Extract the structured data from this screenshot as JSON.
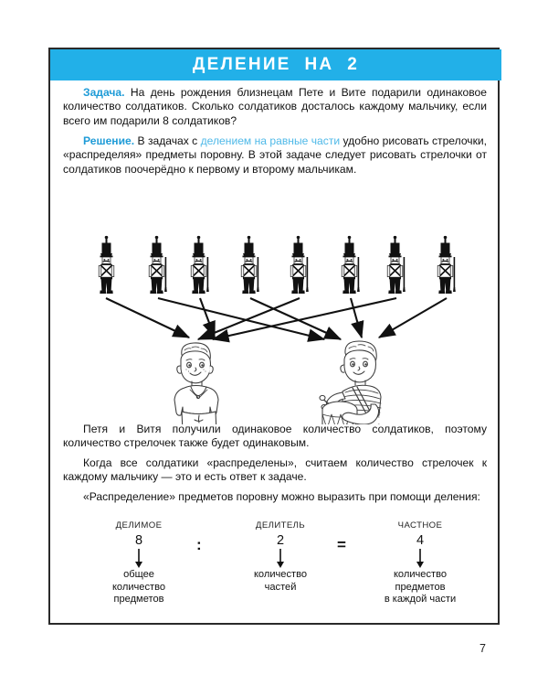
{
  "header": {
    "title": "ДЕЛЕНИЕ  НА  2",
    "background_color": "#22b0e8",
    "text_color": "#ffffff"
  },
  "paragraphs": {
    "task_label": "Задача.",
    "task_text": " На день рождения близнецам Пете и Вите подарили одинаковое количество солдатиков. Сколько солдатиков досталось каждому мальчику, если всего им подарили 8 солдатиков?",
    "solution_label": "Решение.",
    "solution_text_a": " В задачах с ",
    "solution_highlight": "делением на равные части",
    "solution_text_b": " удобно рисовать стрелочки, «распределяя» предметы поровну. В этой задаче следует рисовать стрелочки от солдатиков поочерёдно к первому и второму мальчикам.",
    "after_got": "Петя и Витя получили одинаковое количество солдатиков, поэтому количество стрелочек также будет одинаковым.",
    "after_when": "Когда все солдатики «распределены», считаем количество стрелочек к каждому мальчику — это и есть ответ к задаче.",
    "after_distr": "«Распределение» предметов поровну можно выразить при помощи деления:"
  },
  "illustration": {
    "soldier_count": 8,
    "soldier_label": "toy-soldier",
    "boy_left_label": "boy-petya",
    "boy_right_label": "boy-vitya-with-drum",
    "arrow_count": 8,
    "arrows_to_left_boy": 4,
    "arrows_to_right_boy": 4
  },
  "division_scheme": {
    "dividend": {
      "term": "ДЕЛИМОЕ",
      "number": "8",
      "description": "общее\nколичество\nпредметов"
    },
    "divisor": {
      "term": "ДЕЛИТЕЛЬ",
      "number": "2",
      "description": "количество\nчастей"
    },
    "quotient": {
      "term": "ЧАСТНОЕ",
      "number": "4",
      "description": "количество\nпредметов\nв  каждой  части"
    },
    "operator_divide": ":",
    "operator_equals": "="
  },
  "page_number": "7",
  "colors": {
    "accent_blue": "#22b0e8",
    "label_blue": "#1e9bd7",
    "highlight_blue": "#4fb9e8",
    "frame": "#2a2a2a"
  }
}
